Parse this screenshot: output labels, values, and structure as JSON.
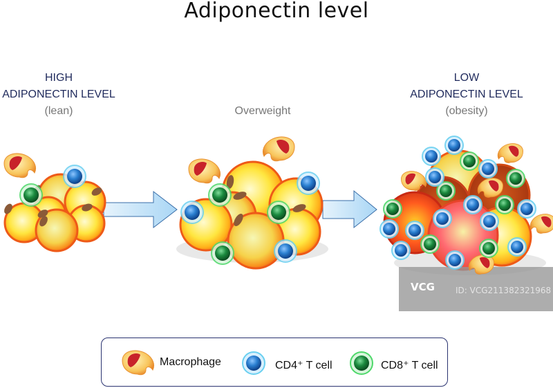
{
  "title": "Adiponectin level",
  "stages": {
    "lean": {
      "heading_line1": "HIGH",
      "heading_line2": "ADIPONECTIN LEVEL",
      "subtitle": "(lean)"
    },
    "overweight": {
      "subtitle": "Overweight"
    },
    "obesity": {
      "heading_line1": "LOW",
      "heading_line2": "ADIPONECTIN LEVEL",
      "subtitle": "(obesity)"
    }
  },
  "legend": {
    "items": [
      {
        "icon": "macrophage-icon",
        "label": "Macrophage"
      },
      {
        "icon": "cd4-t-cell-icon",
        "label": "CD4⁺ T cell"
      },
      {
        "icon": "cd8-t-cell-icon",
        "label": "CD8⁺ T cell"
      }
    ]
  },
  "colors": {
    "heading": "#1f2a5c",
    "subtitle": "#777777",
    "adipocyte_rim": "#f06a1c",
    "adipocyte_core": "#fff27a",
    "inflamed_adipocyte": "#e8432a",
    "cd4": "#2a7fd0",
    "cd8": "#1b8a3e",
    "macrophage_body": "#f8c45a",
    "macrophage_nucleus": "#c8232a",
    "arrow": "#bfe0f7",
    "legend_border": "#2a3370"
  },
  "watermark": {
    "logo": "VCG",
    "id_text": "ID: VCG211382321968"
  }
}
